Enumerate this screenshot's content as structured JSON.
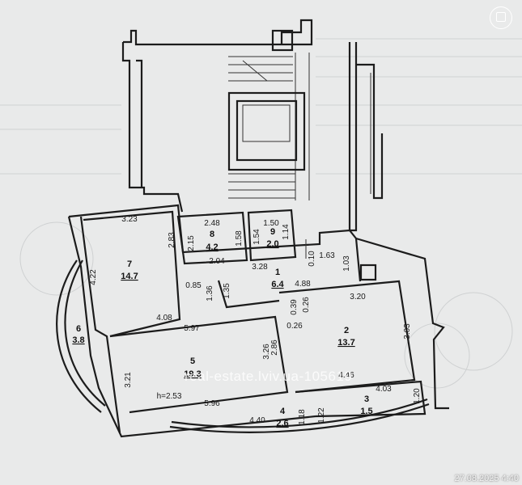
{
  "rooms": [
    {
      "id": "room-1",
      "number": "1",
      "area": "6.4"
    },
    {
      "id": "room-2",
      "number": "2",
      "area": "13.7"
    },
    {
      "id": "room-3",
      "number": "3",
      "area": "1.5"
    },
    {
      "id": "room-4",
      "number": "4",
      "area": "2.6"
    },
    {
      "id": "room-5",
      "number": "5",
      "area": "19.3"
    },
    {
      "id": "room-6",
      "number": "6",
      "area": "3.8"
    },
    {
      "id": "room-7",
      "number": "7",
      "area": "14.7"
    },
    {
      "id": "room-8",
      "number": "8",
      "area": "4.2"
    },
    {
      "id": "room-9",
      "number": "9",
      "area": "2.0"
    }
  ],
  "dimensions": [
    "3.23",
    "2.83",
    "4.22",
    "0.85",
    "4.08",
    "2.48",
    "2.15",
    "1.58",
    "2.04",
    "1.50",
    "1.54",
    "1.14",
    "3.28",
    "0.10",
    "1.63",
    "1.03",
    "1.36",
    "1.35",
    "4.88",
    "5.97",
    "3.26",
    "2.86",
    "0.39",
    "0.26",
    "0.26",
    "3.20",
    "3.03",
    "4.46",
    "4.03",
    "1.20",
    "3.21",
    "5.96",
    "4.40",
    "1.18",
    "1.22"
  ],
  "height_label": "h=2.53",
  "watermark": "real-estate.lviv.ua-105619",
  "timestamp": "27.08.2025 4:40",
  "colors": {
    "paper": "#e9eaea",
    "ink": "#1c1c1c"
  }
}
